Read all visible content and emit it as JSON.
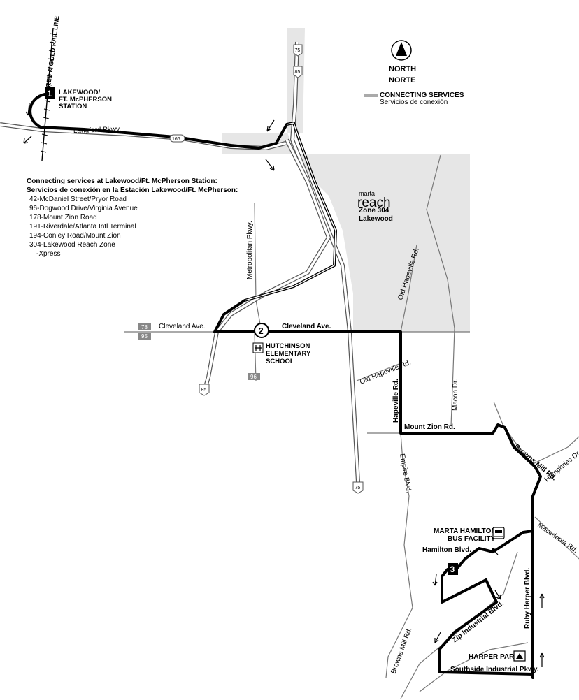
{
  "compass": {
    "north": "NORTH",
    "norte": "NORTE"
  },
  "legend": {
    "connecting_en": "CONNECTING SERVICES",
    "connecting_es": "Servicios de conexión"
  },
  "zone": {
    "brand_top": "marta",
    "brand_main": "reach",
    "zone_name": "Zone 304",
    "zone_area": "Lakewood"
  },
  "rail_line": "RED & GOLD RAIL LINE",
  "stops": [
    {
      "number": "1",
      "label_line1": "LAKEWOOD/",
      "label_line2": "FT. McPHERSON",
      "label_line3": "STATION"
    },
    {
      "number": "2",
      "label_line1": "HUTCHINSON",
      "label_line2": "ELEMENTARY",
      "label_line3": "SCHOOL"
    },
    {
      "number": "3"
    }
  ],
  "connecting_services": {
    "heading_en": "Connecting services at Lakewood/Ft. McPherson Station:",
    "heading_es": "Servicios de conexión en la Estación Lakewood/Ft. McPherson:",
    "items": [
      "42-McDaniel Street/Pryor Road",
      "96-Dogwood Drive/Virginia Avenue",
      "178-Mount Zion Road",
      "191-Riverdale/Atlanta Intl Terminal",
      "194-Conley Road/Mount Zion",
      "304-Lakewood Reach Zone",
      "-Xpress"
    ]
  },
  "shields": {
    "i75_top": "75",
    "i85_top": "85",
    "sr166": "166",
    "us78": "78",
    "us95": "95",
    "sr96": "96",
    "i85_bottom": "85",
    "i75_bottom": "75"
  },
  "streets": {
    "langford": "Langford Pkwy.",
    "metropolitan": "Metropolitan Pkwy.",
    "cleveland_west": "Cleveland Ave.",
    "cleveland_east": "Cleveland Ave.",
    "old_hapeville_north": "Old Hapeville Rd.",
    "old_hapeville_south": "Old Hapeville Rd.",
    "hapeville": "Hapeville Rd.",
    "macon": "Macon Dr.",
    "mount_zion": "Mount Zion Rd.",
    "browns_mill_north": "Browns Mill Rd.",
    "humphries": "Humphries Dr.",
    "empire": "Empire Blvd.",
    "macedonia": "Macedonia Rd.",
    "hamilton": "Hamilton Blvd.",
    "ruby_harper": "Ruby Harper Blvd.",
    "zip_industrial": "Zip Industrial Blvd.",
    "browns_mill_south": "Browns Mill Rd.",
    "southside": "Southside Industrial Pkwy."
  },
  "places": {
    "marta_hamilton_1": "MARTA HAMILTON",
    "marta_hamilton_2": "BUS FACILITY",
    "harper_park": "HARPER PARK"
  }
}
